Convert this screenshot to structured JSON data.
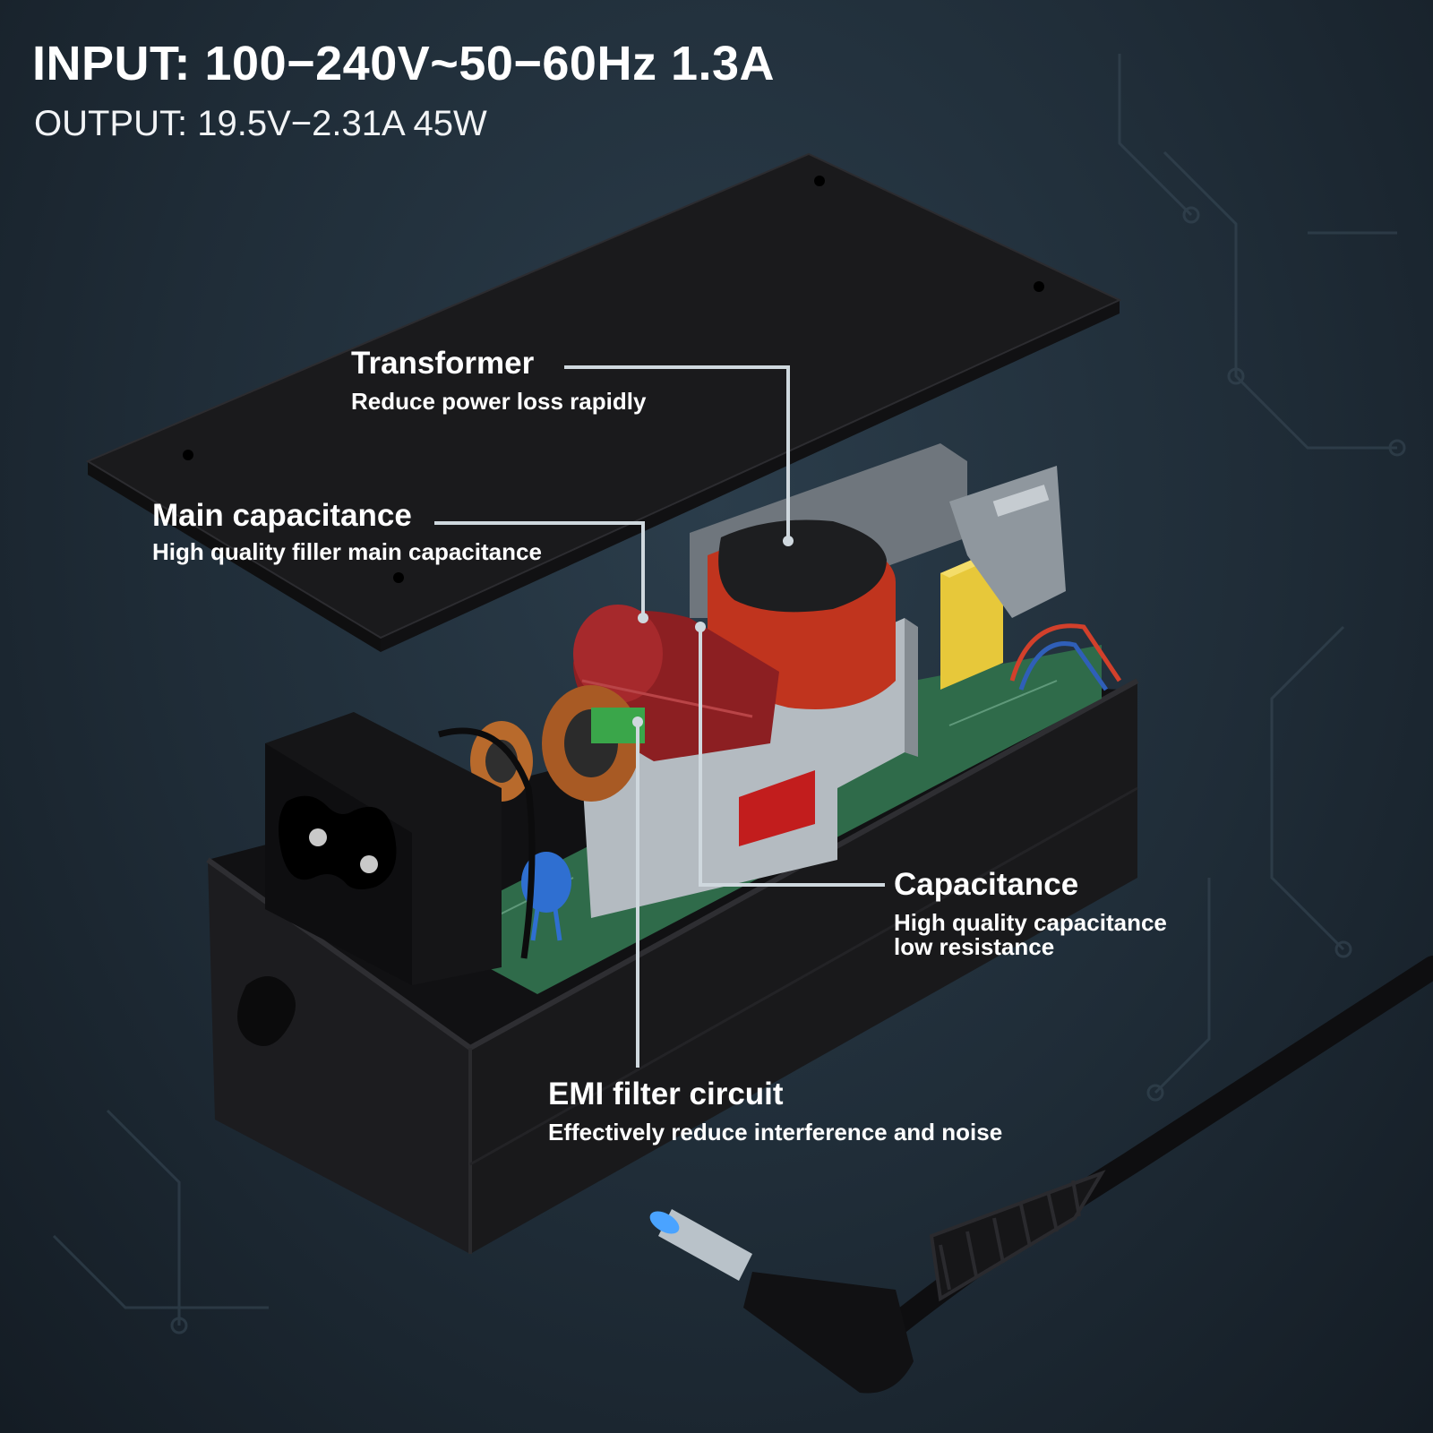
{
  "specs": {
    "input": "INPUT: 100−240V~50−60Hz 1.3A",
    "output": "OUTPUT: 19.5V−2.31A 45W"
  },
  "callouts": {
    "transformer": {
      "title": "Transformer",
      "desc": "Reduce power loss rapidly"
    },
    "main_capacitance": {
      "title": "Main capacitance",
      "desc": "High quality filler main capacitance"
    },
    "capacitance": {
      "title": "Capacitance",
      "desc_line1": "High quality capacitance",
      "desc_line2": "low resistance"
    },
    "emi_filter": {
      "title": "EMI filter circuit",
      "desc": "Effectively reduce interference and noise"
    }
  },
  "colors": {
    "background": "#1f2c37",
    "leader_line": "#cfd8de",
    "case": "#1b1b1d",
    "pcb": "#2f6b4a",
    "transformer_coil": "#c0341e",
    "capacitor_red": "#8c1f22",
    "y_capacitor": "#2f6fd1",
    "x_capacitor": "#e7c83a",
    "dc_tip": "#4aa3ff"
  }
}
